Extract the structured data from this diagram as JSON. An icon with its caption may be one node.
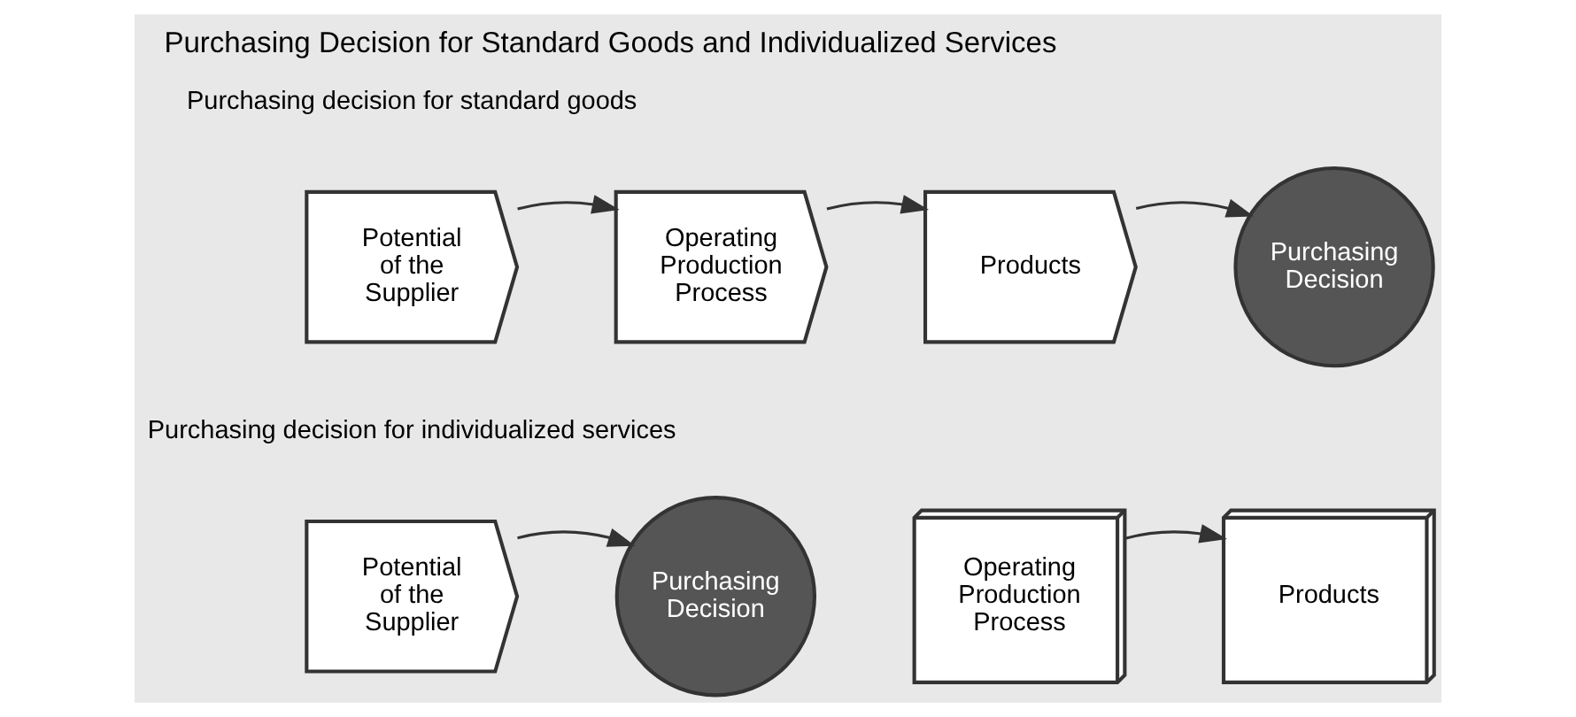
{
  "diagram": {
    "title": "Purchasing Decision for Standard Goods and Individualized Services",
    "nodes": [
      {
        "text": [
          "Potential of the Supplier"
        ]
      },
      {
        "text": [
          "Operating Production Process"
        ]
      },
      {
        "text": [
          "Products"
        ]
      },
      {
        "text": [
          "Purchasing Decision"
        ]
      },
      {
        "text": [
          "Potential of the Supplier"
        ]
      },
      {
        "text": [
          "Purchasing Decision"
        ]
      },
      {
        "text": [
          "Operating Production Process"
        ]
      },
      {
        "text": [
          "Products"
        ]
      }
    ],
    "edges": [
      {
        "from": 0,
        "to": 1,
        "arrow": "to"
      },
      {
        "from": 1,
        "to": 2,
        "arrow": "to"
      },
      {
        "from": 2,
        "to": 3,
        "arrow": "to"
      },
      {
        "from": 4,
        "to": 5,
        "arrow": "to"
      },
      {
        "from": 6,
        "to": 7,
        "arrow": "to"
      }
    ],
    "labels": [
      "Purchasing decision for standard goods",
      "Purchasing decision for individualized services"
    ]
  }
}
